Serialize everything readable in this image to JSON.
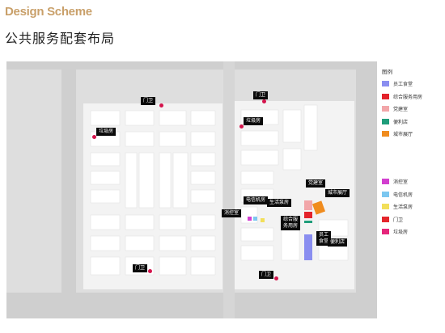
{
  "header": {
    "title": "Design Scheme",
    "subtitle": "公共服务配套布局"
  },
  "legend": {
    "title": "图例",
    "group_one": [
      {
        "label": "员工食堂",
        "color": "#8a8ef0"
      },
      {
        "label": "综合服务用房",
        "color": "#e3232b"
      },
      {
        "label": "党建室",
        "color": "#f2a6a9"
      },
      {
        "label": "便利店",
        "color": "#1f9d7a"
      },
      {
        "label": "城市展厅",
        "color": "#f08c1e"
      }
    ],
    "group_two": [
      {
        "label": "消控室",
        "color": "#d23fcf"
      },
      {
        "label": "电信机房",
        "color": "#7cc7f0"
      },
      {
        "label": "生活泵房",
        "color": "#f2df5a"
      },
      {
        "label": "门卫",
        "color": "#e4262c"
      },
      {
        "label": "垃圾房",
        "color": "#e5257a"
      }
    ]
  },
  "callouts": {
    "guard_1": "门卫",
    "guard_2": "门卫",
    "guard_3": "门卫",
    "guard_4": "门卫",
    "garbage_1": "垃圾房",
    "garbage_2": "垃圾房",
    "telecom": "电信机房",
    "pump": "生活泵房",
    "fire_control": "消控室",
    "party": "党建室",
    "exhibition": "城市展厅",
    "service_line1": "综合服",
    "service_line2": "务用房",
    "canteen_line1": "员工",
    "canteen_line2": "食堂",
    "store": "便利店"
  }
}
